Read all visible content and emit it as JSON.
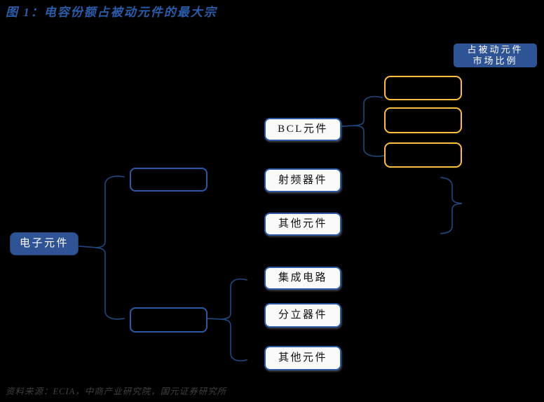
{
  "title": "图 1：电容份额占被动元件的最大宗",
  "source": "资料来源：ECIA，中商产业研究院，国元证券研究所",
  "header_label": {
    "line1": "占被动元件",
    "line2": "市场比例"
  },
  "tree": {
    "root": "电子元件",
    "branch_passive": [
      "BCL元件",
      "射频器件",
      "其他元件"
    ],
    "branch_active": [
      "集成电路",
      "分立器件",
      "其他元件"
    ],
    "highlight_boxes_count": 3,
    "highlight_boxes_text": [
      "",
      "",
      ""
    ]
  },
  "colors": {
    "background": "#000000",
    "title_blue": "#2A5CAA",
    "node_fill_blue": "#2F5496",
    "node_border_blue": "#2A5AA5",
    "connector_blue": "#1F4478",
    "highlight_gold": "#FCBE3C",
    "source_gray": "#3F3F3F"
  }
}
